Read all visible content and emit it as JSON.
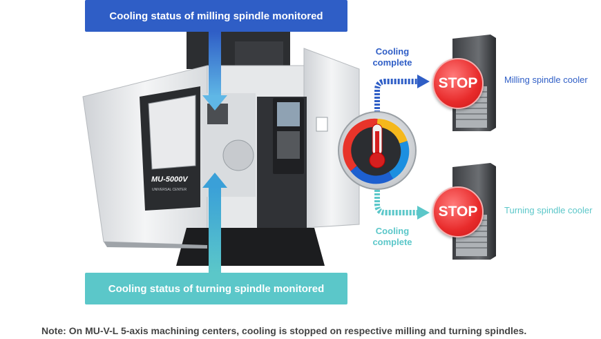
{
  "banners": {
    "top": "Cooling status of milling spindle monitored",
    "bottom": "Cooling status of turning spindle monitored"
  },
  "status": {
    "top_line1": "Cooling",
    "top_line2": "complete",
    "bottom_line1": "Cooling",
    "bottom_line2": "complete"
  },
  "machine": {
    "model_badge": "MU-5000V",
    "sub_badge": "UNIVERSAL CENTER"
  },
  "coolers": {
    "top": {
      "stop_label": "STOP",
      "name": "Milling spindle cooler"
    },
    "bottom": {
      "stop_label": "STOP",
      "name": "Turning spindle cooler"
    }
  },
  "note": {
    "prefix": "Note:",
    "text": "On MU-V-L 5-axis machining centers, cooling is stopped on respective milling and turning spindles."
  },
  "colors": {
    "milling_blue": "#2f5ec6",
    "turning_teal": "#5bc7c9",
    "stop_red": "#e82b2b"
  },
  "icons": {
    "center": "thermometer-cycle-icon",
    "stop": "stop-sign-icon",
    "cooler": "cooler-unit-icon"
  }
}
